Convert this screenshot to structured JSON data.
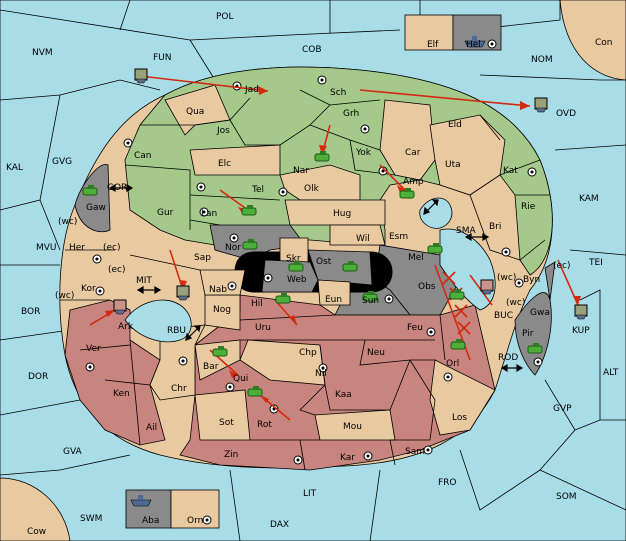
{
  "map": {
    "labels": {
      "pol": "POL",
      "nvm": "NVM",
      "fun": "FUN",
      "cob": "COB",
      "nom": "NOM",
      "con": "Con",
      "elf": "Elf",
      "hel": "Hel",
      "ovd": "OVD",
      "kal": "KAL",
      "gvg": "GVG",
      "gor": "GOR",
      "gaw": "Gaw",
      "wc1": "(wc)",
      "ec1": "(ec)",
      "mvu": "MVU",
      "her": "Her",
      "mit": "MIT",
      "ec2": "(ec)",
      "wc2": "(wc)",
      "kor": "Kor",
      "bor": "BOR",
      "ark": "Ark",
      "rbu": "RBU",
      "dor": "DOR",
      "ver": "Ver",
      "ken": "Ken",
      "ail": "Ail",
      "chr": "Chr",
      "gva": "GVA",
      "jad": "Jad",
      "sch": "Sch",
      "qua": "Qua",
      "jos": "Jos",
      "grh": "Grh",
      "eld": "Eld",
      "can": "Can",
      "elc": "Elc",
      "nar": "Nar",
      "yok": "Yok",
      "car": "Car",
      "uta": "Uta",
      "kat": "Kat",
      "kam": "KAM",
      "tel": "Tel",
      "olk": "Olk",
      "amp": "Amp",
      "gur": "Gur",
      "lan": "Lan",
      "hug": "Hug",
      "rie": "Rie",
      "sma": "SMA",
      "bri": "Bri",
      "wil": "Wil",
      "esm": "Esm",
      "nor": "Nor",
      "sap": "Sap",
      "skr": "Skr",
      "ost": "Ost",
      "web": "Web",
      "mel": "Mel",
      "tei": "TEI",
      "ec3": "(ec)",
      "byn": "Byn",
      "wc3": "(wc)",
      "nab": "Nab",
      "eun": "Eun",
      "sun": "Sun",
      "obs": "Obs",
      "buc": "BUC",
      "wc4": "(wc)",
      "gwa": "Gwa",
      "kup": "KUP",
      "hil": "Hil",
      "nog": "Nog",
      "uru": "Uru",
      "feu": "Feu",
      "pir": "Pir",
      "chp": "Chp",
      "neu": "Neu",
      "orl": "Orl",
      "rod": "ROD",
      "alt": "ALT",
      "bar": "Bar",
      "qui": "Qui",
      "nil": "Nil",
      "kaa": "Kaa",
      "gvp": "GVP",
      "sot": "Sot",
      "rot": "Rot",
      "mou": "Mou",
      "los": "Los",
      "zin": "Zin",
      "kar": "Kar",
      "sam": "Sam",
      "fro": "FRO",
      "lit": "LIT",
      "som": "SOM",
      "swm": "SWM",
      "aba": "Aba",
      "orn": "Orn",
      "dax": "DAX",
      "cow": "Cow"
    },
    "colors": {
      "sea": "#a8dde8",
      "green": "#a5c88b",
      "tan": "#e8c9a0",
      "red": "#c8847e",
      "grey": "#8a8a8a",
      "arrow": "#d42a10"
    },
    "icons": {
      "army": "army-unit-icon",
      "fleet": "fleet-unit-icon",
      "supply_center": "supply-center-icon",
      "convoy": "double-arrow-icon"
    }
  }
}
